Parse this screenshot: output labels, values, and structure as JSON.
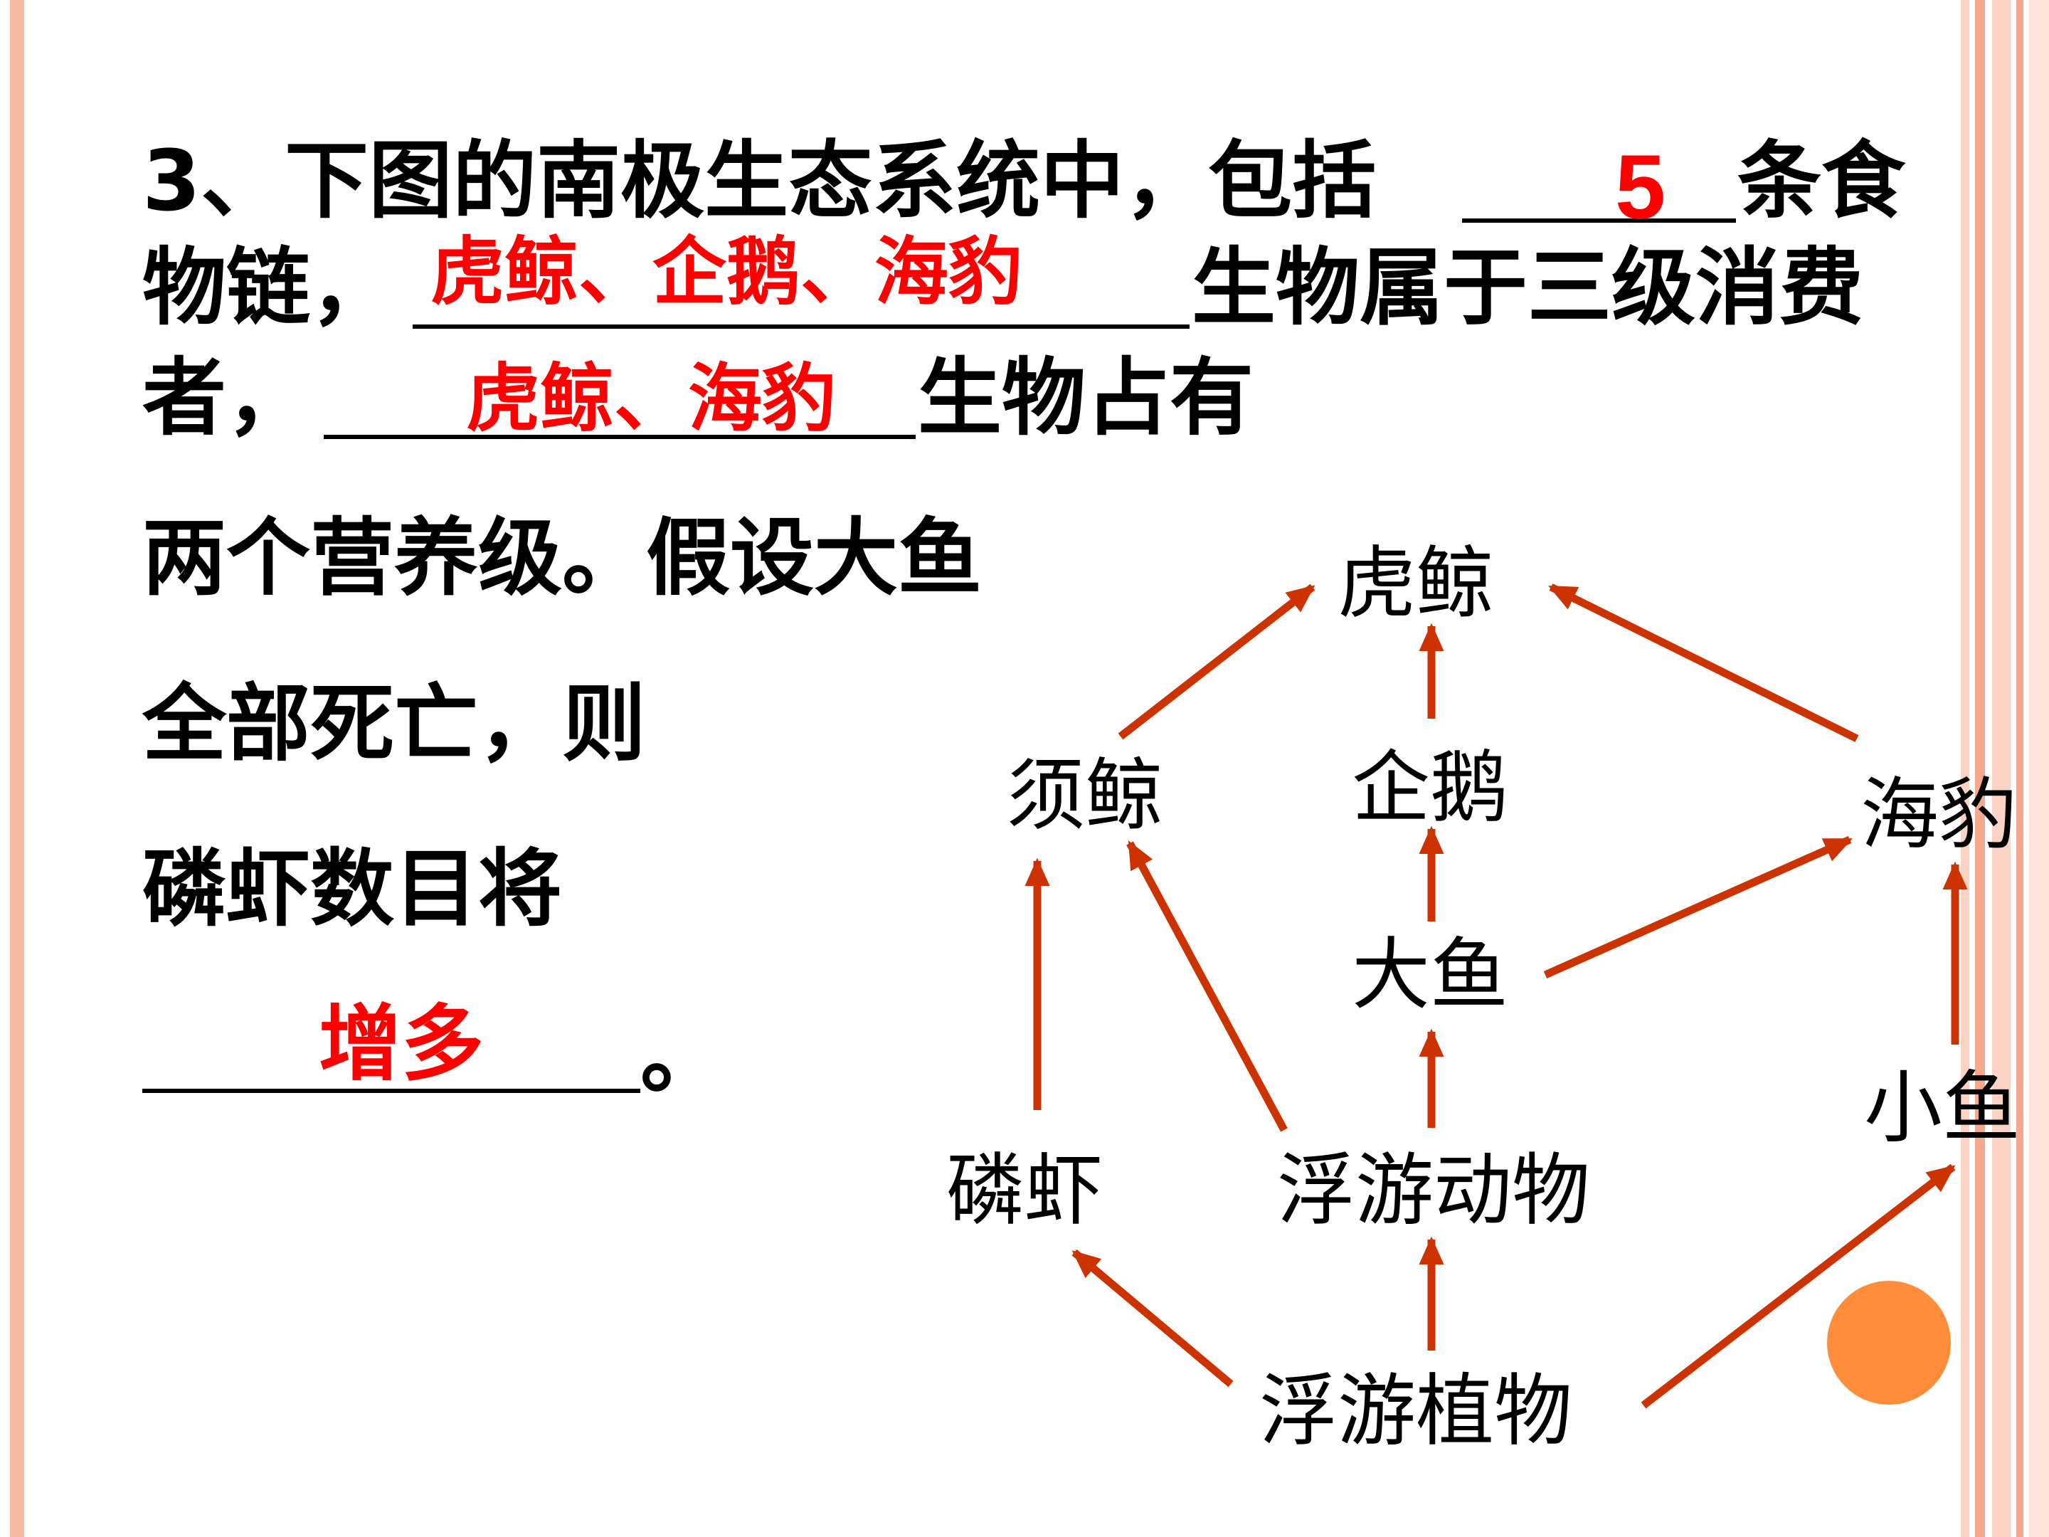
{
  "question": {
    "line1_a": "3、下图的南极生态系统中，包括",
    "line1_b": "条食",
    "line2_a": "物链，",
    "line2_b": "生物属于三级消费",
    "line3_a": "者，",
    "line3_b": "生物占有",
    "line4": "两个营养级。假设大鱼",
    "line5": "全部死亡，则",
    "line6": "磷虾数目将",
    "line7_end": "。"
  },
  "answers": {
    "chain_count": "5",
    "tertiary_consumers": "虎鲸、企鹅、海豹",
    "two_levels": "虎鲸、海豹",
    "krill_change": "增多"
  },
  "food_web": {
    "nodes": {
      "killer_whale": "虎鲸",
      "baleen_whale": "须鲸",
      "penguin": "企鹅",
      "seal": "海豹",
      "big_fish": "大鱼",
      "small_fish": "小鱼",
      "krill": "磷虾",
      "zooplankton": "浮游动物",
      "phytoplankton": "浮游植物"
    },
    "edges": [
      [
        "baleen_whale",
        "killer_whale"
      ],
      [
        "penguin",
        "killer_whale"
      ],
      [
        "seal",
        "killer_whale"
      ],
      [
        "big_fish",
        "penguin"
      ],
      [
        "big_fish",
        "seal"
      ],
      [
        "small_fish",
        "seal"
      ],
      [
        "krill",
        "baleen_whale"
      ],
      [
        "zooplankton",
        "baleen_whale"
      ],
      [
        "zooplankton",
        "big_fish"
      ],
      [
        "phytoplankton",
        "krill"
      ],
      [
        "phytoplankton",
        "zooplankton"
      ],
      [
        "phytoplankton",
        "small_fish"
      ]
    ]
  },
  "colors": {
    "answer": "#ff0000",
    "arrow": "#cc3300",
    "stripe_light": "#fbd3c4",
    "stripe_mid": "#f4a98c",
    "accent_dot": "#ff8c3a"
  }
}
